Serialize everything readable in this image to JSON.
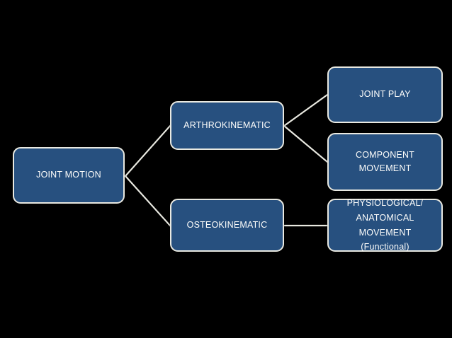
{
  "diagram": {
    "title": "Joint Motion Classification Flowchart",
    "background_color": "#000000",
    "node_fill_color": "#27507f",
    "node_border_color": "#e9e9e1",
    "node_text_color": "#fdfdfb",
    "connector_color": "#e9e9e1",
    "nodes": {
      "joint_motion": {
        "label": "JOINT MOTION"
      },
      "arthrokinematic": {
        "label": "ARTHROKINEMATIC"
      },
      "osteokinematic": {
        "label": "OSTEOKINEMATIC"
      },
      "joint_play": {
        "label": "JOINT PLAY"
      },
      "component_movement": {
        "label": "COMPONENT MOVEMENT"
      },
      "physiological": {
        "label": "PHYSIOLOGICAL/\nANATOMICAL MOVEMENT\n(Functional)"
      }
    },
    "connectors": [
      {
        "from": "joint_motion",
        "to": "arthrokinematic"
      },
      {
        "from": "joint_motion",
        "to": "osteokinematic"
      },
      {
        "from": "arthrokinematic",
        "to": "joint_play"
      },
      {
        "from": "arthrokinematic",
        "to": "component_movement"
      },
      {
        "from": "osteokinematic",
        "to": "physiological"
      }
    ]
  }
}
